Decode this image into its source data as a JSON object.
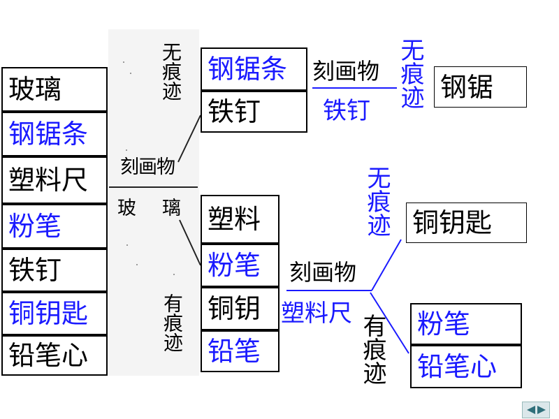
{
  "left_column": [
    {
      "text": "玻璃",
      "color": "black"
    },
    {
      "text": "钢锯条",
      "color": "blue"
    },
    {
      "text": "塑料尺",
      "color": "black"
    },
    {
      "text": "粉笔",
      "color": "blue"
    },
    {
      "text": "铁钉",
      "color": "black"
    },
    {
      "text": "铜钥匙",
      "color": "blue"
    },
    {
      "text": "铅笔心",
      "color": "black"
    }
  ],
  "scan": {
    "top_label": "无痕迹",
    "scratch_tool": "刻画物",
    "glass_left": "玻",
    "glass_right": "璃",
    "bottom_label": "有痕迹"
  },
  "group_no_trace": [
    {
      "text": "钢锯条",
      "color": "blue"
    },
    {
      "text": "铁钉",
      "color": "black"
    }
  ],
  "group_trace": [
    {
      "text": "塑料",
      "color": "black"
    },
    {
      "text": "粉笔",
      "color": "blue"
    },
    {
      "text": "铜钥",
      "color": "black"
    },
    {
      "text": "铅笔",
      "color": "blue"
    }
  ],
  "top_branch": {
    "tool_label": "刻画物",
    "tool_item": "铁钉",
    "result_label": "无痕迹",
    "result_box": "钢锯"
  },
  "bottom_branch": {
    "tool_label": "刻画物",
    "tool_item": "塑料尺",
    "no_trace_label": "无痕迹",
    "no_trace_box": "铜钥匙",
    "trace_label": "有痕迹",
    "trace_boxes": [
      "粉笔",
      "铅笔心"
    ]
  },
  "colors": {
    "blue": "#1a1aff",
    "black": "#000000",
    "nav": "#2f6f7a"
  },
  "icons": [
    "prev-arrow-icon",
    "next-arrow-icon"
  ]
}
